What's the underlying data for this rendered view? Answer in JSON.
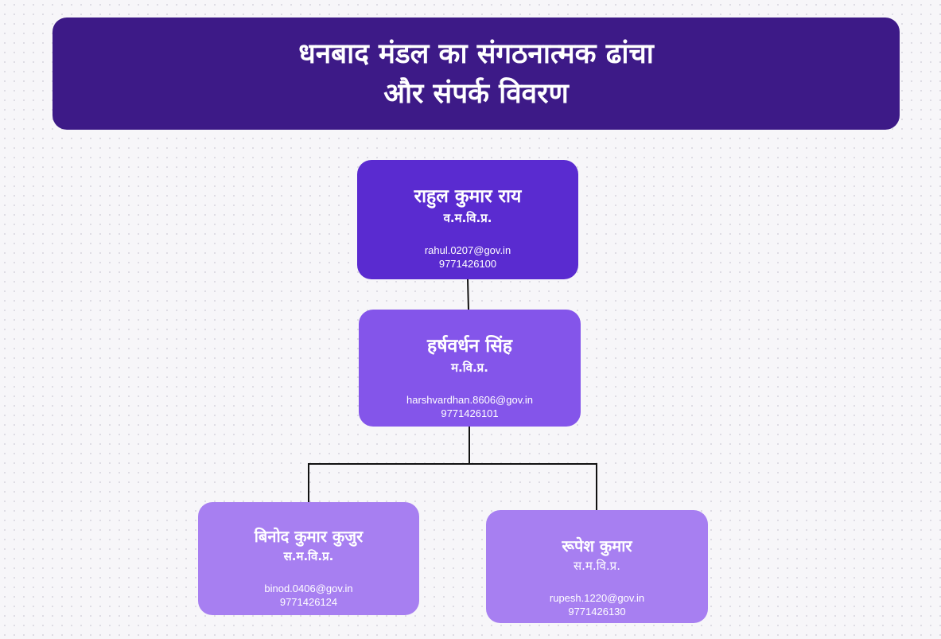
{
  "header": {
    "title_line1": "धनबाद मंडल का संगठनात्मक ढांचा",
    "title_line2": "और संपर्क विवरण"
  },
  "colors": {
    "banner": "#3d1a87",
    "level1": "#5a2bd0",
    "level2": "#8455ea",
    "level3": "#a77ff1",
    "connector": "#111111"
  },
  "nodes": [
    {
      "name": "राहुल कुमार राय",
      "designation": "व.म.वि.प्र.",
      "email": "rahul.0207@gov.in",
      "phone": "9771426100"
    },
    {
      "name": "हर्षवर्धन सिंह",
      "designation": "म.वि.प्र.",
      "email": "harshvardhan.8606@gov.in",
      "phone": "9771426101"
    },
    {
      "name": "बिनोद कुमार कुजुर",
      "designation": "स.म.वि.प्र.",
      "email": "binod.0406@gov.in",
      "phone": "9771426124"
    },
    {
      "name": "रूपेश कुमार",
      "designation": "स.म.वि.प्र.",
      "email": "rupesh.1220@gov.in",
      "phone": "9771426130"
    }
  ]
}
